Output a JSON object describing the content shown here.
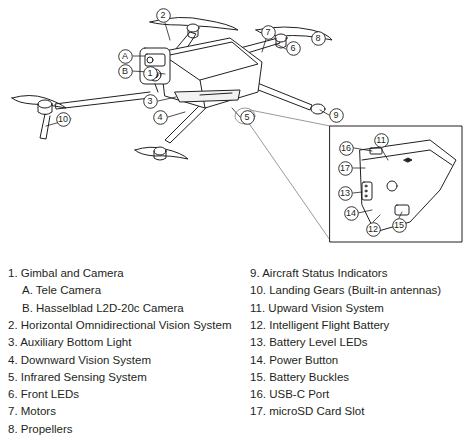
{
  "diagram": {
    "nodes": [
      {
        "text": [
          "2"
        ]
      },
      {
        "text": [
          "7"
        ]
      },
      {
        "text": [
          "8"
        ]
      },
      {
        "text": [
          "6"
        ]
      },
      {
        "text": [
          "A"
        ]
      },
      {
        "text": [
          "B"
        ]
      },
      {
        "text": [
          "1"
        ]
      },
      {
        "text": [
          "3"
        ]
      },
      {
        "text": [
          "10"
        ]
      },
      {
        "text": [
          "9"
        ]
      },
      {
        "text": [
          "4"
        ]
      },
      {
        "text": [
          "5"
        ]
      },
      {
        "text": [
          "11"
        ]
      },
      {
        "text": [
          "16"
        ]
      },
      {
        "text": [
          "17"
        ]
      },
      {
        "text": [
          "13"
        ]
      },
      {
        "text": [
          "14"
        ]
      },
      {
        "text": [
          "15"
        ]
      },
      {
        "text": [
          "12"
        ]
      }
    ],
    "labels": [
      "1. Gimbal and Camera",
      "A. Tele Camera",
      "B. Hasselblad L2D-20c Camera",
      "2. Horizontal Omnidirectional Vision System",
      "3. Auxiliary Bottom Light",
      "4. Downward Vision System",
      "5. Infrared Sensing System",
      "6. Front LEDs",
      "7. Motors",
      "8. Propellers",
      "9. Aircraft Status Indicators",
      "10. Landing Gears (Built-in antennas)",
      "11. Upward Vision System",
      "12. Intelligent Flight Battery",
      "13. Battery Level LEDs",
      "14. Power Button",
      "15. Battery Buckles",
      "16. USB-C Port",
      "17. microSD Card Slot"
    ]
  }
}
